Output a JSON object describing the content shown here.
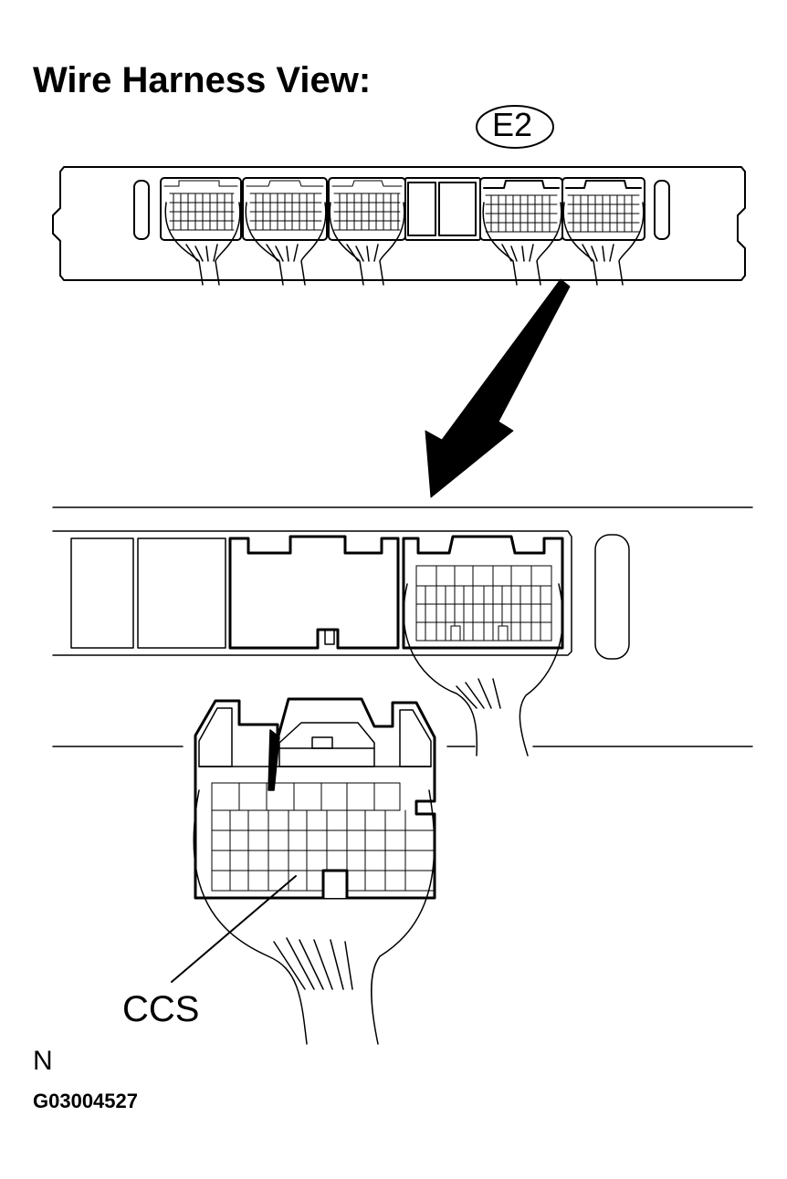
{
  "title": "Wire Harness View:",
  "connector_id": "E2",
  "pin_label": "CCS",
  "view_code": "N",
  "figure_code": "G03004527"
}
